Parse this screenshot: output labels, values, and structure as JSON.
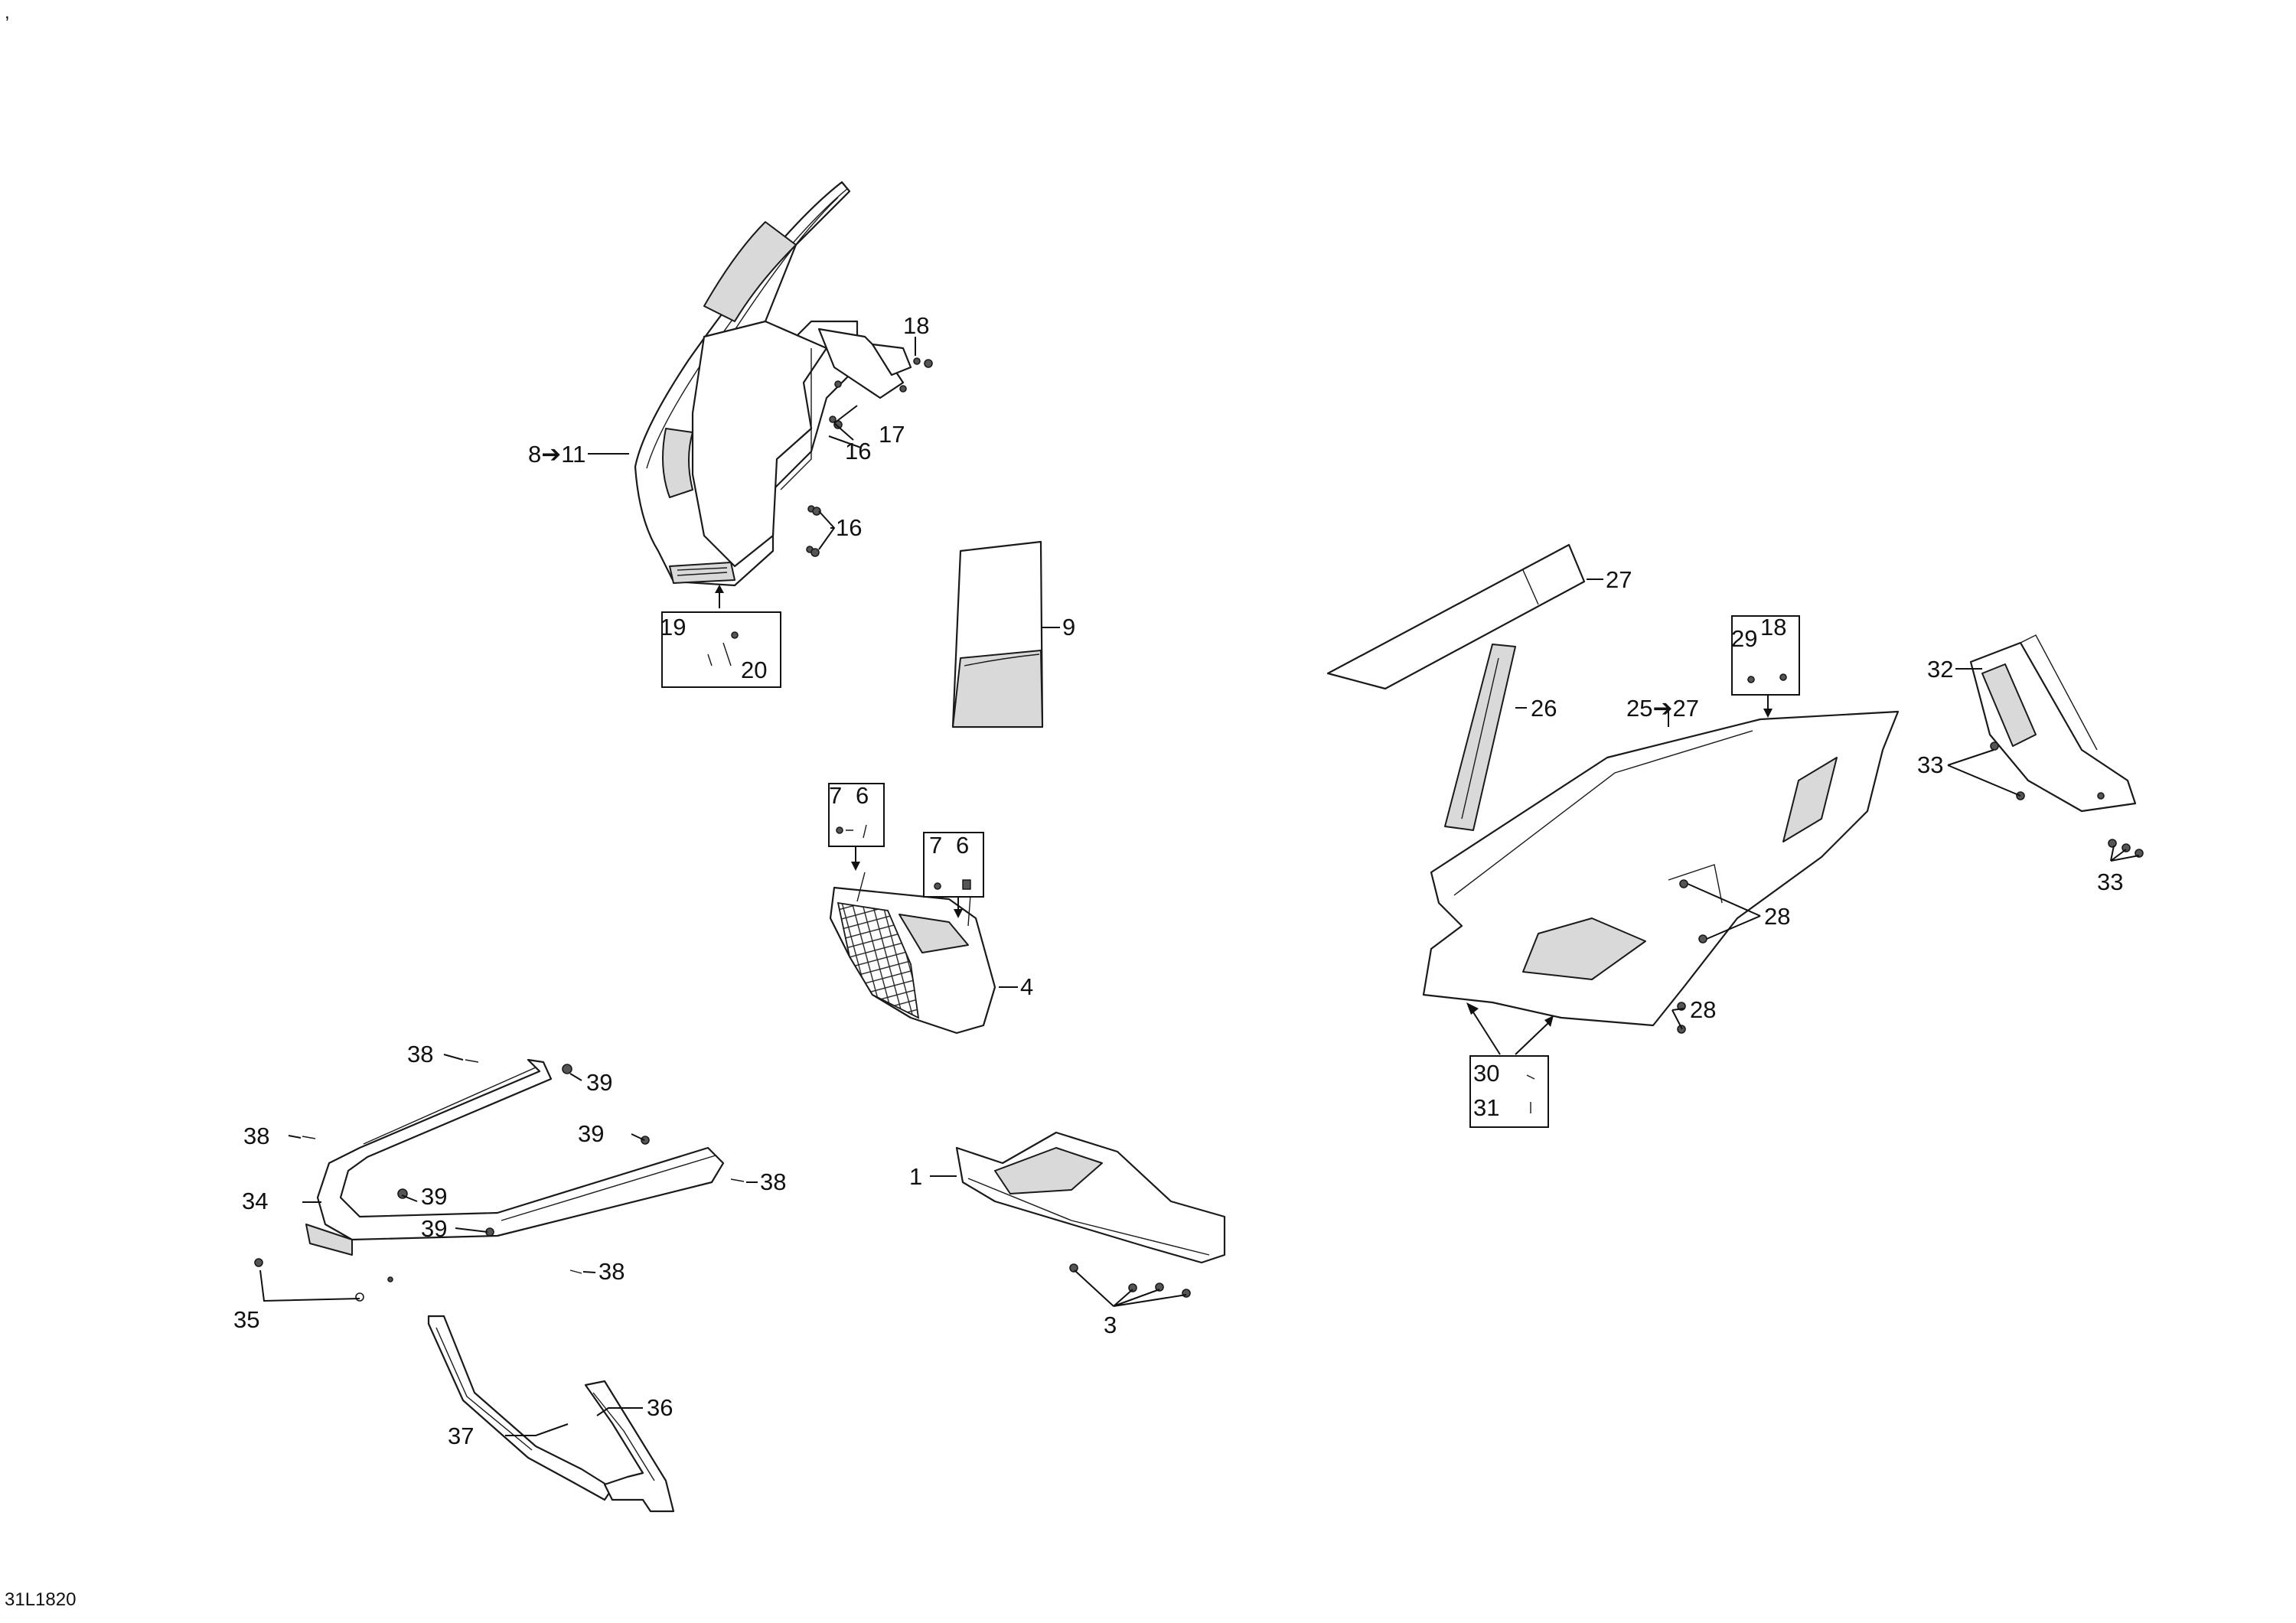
{
  "diagram": {
    "drawing_code": "31L1820",
    "corner_mark": ",",
    "callouts": {
      "c1": "1",
      "c3": "3",
      "c4": "4",
      "c6a": "6",
      "c7a": "7",
      "c6b": "6",
      "c7b": "7",
      "c8_11": "8➔11",
      "c9": "9",
      "c16a": "16",
      "c16b": "16",
      "c17": "17",
      "c18a": "18",
      "c19": "19",
      "c20": "20",
      "c25_27": "25➔27",
      "c26": "26",
      "c27": "27",
      "c28a": "28",
      "c28b": "28",
      "c29": "29",
      "c18b": "18",
      "c30": "30",
      "c31": "31",
      "c32": "32",
      "c33a": "33",
      "c33b": "33",
      "c34": "34",
      "c35": "35",
      "c36": "36",
      "c37": "37",
      "c38a": "38",
      "c38b": "38",
      "c38c": "38",
      "c38d": "38",
      "c39a": "39",
      "c39b": "39",
      "c39c": "39",
      "c39d": "39"
    }
  }
}
